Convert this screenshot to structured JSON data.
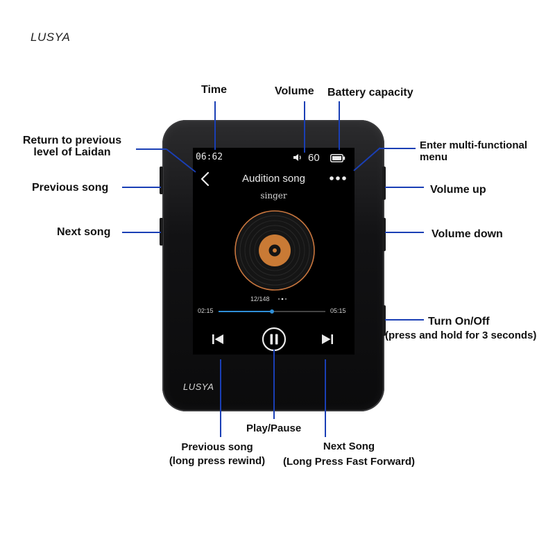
{
  "brand": "LUSYA",
  "device": {
    "brand": "LUSYA",
    "screen": {
      "time": "06:62",
      "volume": "60",
      "title": "Audition song",
      "artist": "singer",
      "track_counter": "12/148",
      "elapsed": "02:15",
      "duration": "05:15",
      "progress": 0.5
    }
  },
  "labels": {
    "time": "Time",
    "volume": "Volume",
    "battery": "Battery capacity",
    "return_line1": "Return to previous",
    "return_line2": "level of Laidan",
    "menu_line1": "Enter multi-functional",
    "menu_line2": "menu",
    "previous_song": "Previous song",
    "volume_up": "Volume up",
    "next_song": "Next song",
    "volume_down": "Volume down",
    "power_line1": "Turn On/Off",
    "power_line2": "(press and hold for 3 seconds)",
    "play_pause": "Play/Pause",
    "prev_long_line1": "Previous song",
    "prev_long_line2": "(long press rewind)",
    "next_long_line1": "Next Song",
    "next_long_line2": "(Long Press Fast Forward)"
  },
  "colors": {
    "callout_line": "#1a3fb5",
    "screen_bg": "#000000",
    "progress": "#2f8fd8",
    "disc_ring": "#c9763e",
    "disc_center": "#c97a35"
  }
}
